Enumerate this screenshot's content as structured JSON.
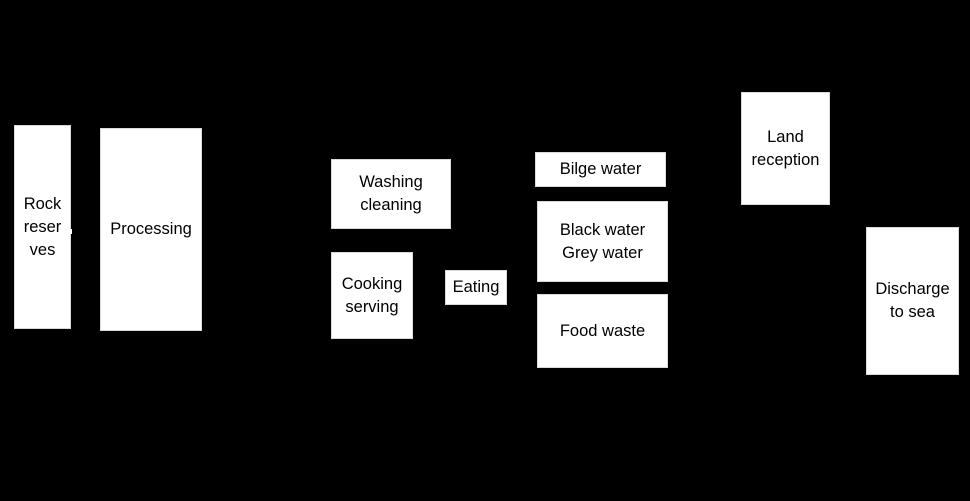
{
  "diagram": {
    "background": "#000000",
    "node_fill": "#ffffff",
    "text_color": "#000000",
    "nodes": {
      "rock_reserves": {
        "label": "Rock\nreser\nves"
      },
      "processing": {
        "label": "Processing"
      },
      "washing_cleaning": {
        "label": "Washing\ncleaning"
      },
      "cooking_serving": {
        "label": "Cooking\nserving"
      },
      "eating": {
        "label": "Eating"
      },
      "bilge_water": {
        "label": "Bilge water"
      },
      "black_grey_water": {
        "label": "Black water\nGrey water"
      },
      "food_waste": {
        "label": "Food waste"
      },
      "land_reception": {
        "label": "Land\nreception"
      },
      "discharge_to_sea": {
        "label": "Discharge\nto sea"
      }
    }
  }
}
